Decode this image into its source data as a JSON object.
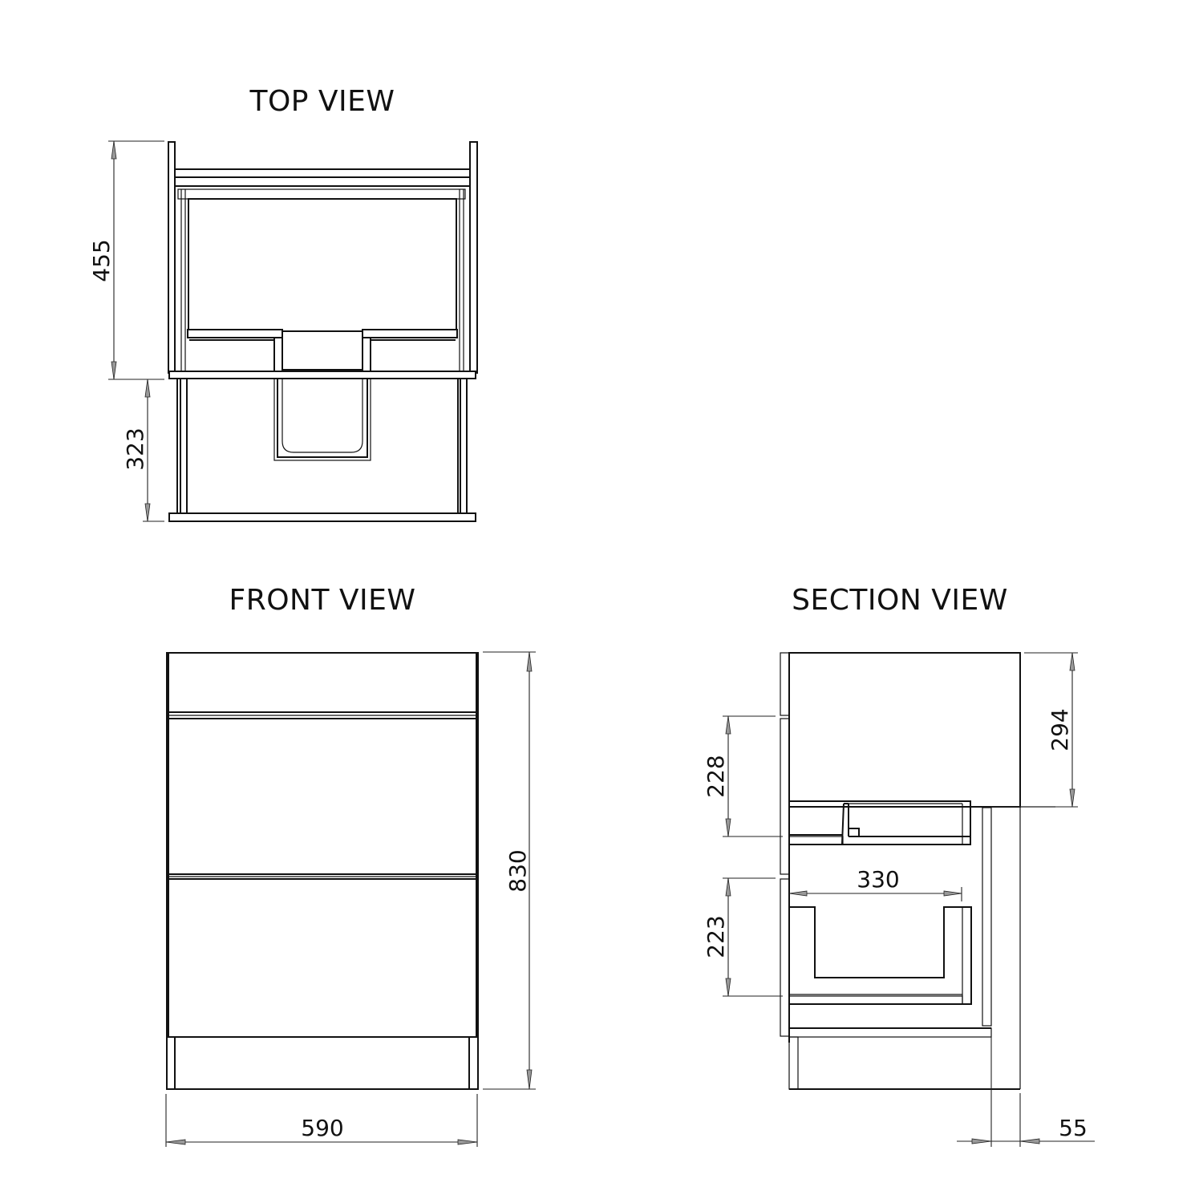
{
  "views": {
    "top": {
      "title": "TOP VIEW",
      "dimensions": {
        "depth_upper": "455",
        "depth_lower": "323"
      }
    },
    "front": {
      "title": "FRONT VIEW",
      "dimensions": {
        "height": "830",
        "width": "590"
      }
    },
    "section": {
      "title": "SECTION VIEW",
      "dimensions": {
        "top_drawer_height": "228",
        "bottom_drawer_height": "223",
        "inner_drawer_width": "330",
        "basin_height": "294",
        "recess_depth": "55"
      }
    }
  },
  "colors": {
    "line": "#111111",
    "background": "#ffffff",
    "arrow_fill": "#999999"
  }
}
